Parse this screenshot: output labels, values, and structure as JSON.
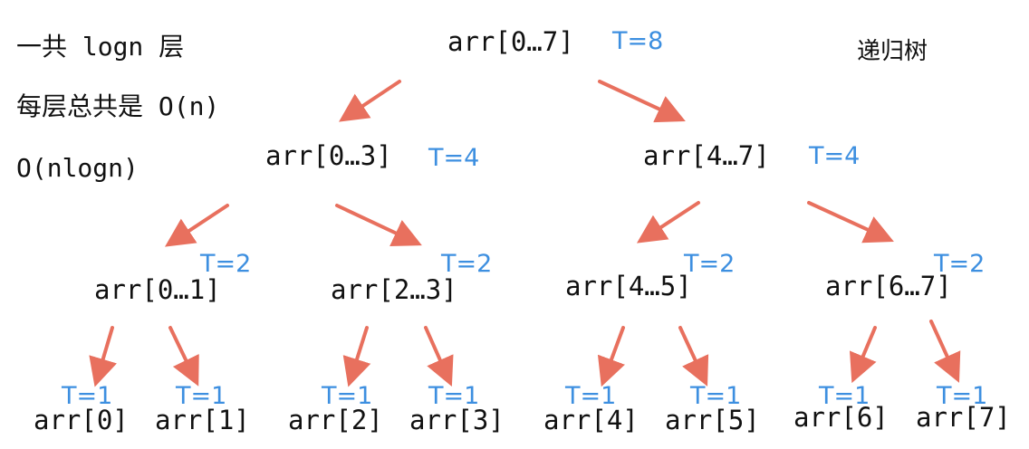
{
  "title": "递归树",
  "notes": [
    "一共 logn 层",
    "每层总共是 O(n)",
    "O(nlogn)"
  ],
  "root": {
    "label": "arr[0…7]",
    "t": "T=8"
  },
  "level1": [
    {
      "label": "arr[0…3]",
      "t": "T=4"
    },
    {
      "label": "arr[4…7]",
      "t": "T=4"
    }
  ],
  "level2": [
    {
      "label": "arr[0…1]",
      "t": "T=2"
    },
    {
      "label": "arr[2…3]",
      "t": "T=2"
    },
    {
      "label": "arr[4…5]",
      "t": "T=2"
    },
    {
      "label": "arr[6…7]",
      "t": "T=2"
    }
  ],
  "leaves": [
    {
      "label": "arr[0]",
      "t": "T=1"
    },
    {
      "label": "arr[1]",
      "t": "T=1"
    },
    {
      "label": "arr[2]",
      "t": "T=1"
    },
    {
      "label": "arr[3]",
      "t": "T=1"
    },
    {
      "label": "arr[4]",
      "t": "T=1"
    },
    {
      "label": "arr[5]",
      "t": "T=1"
    },
    {
      "label": "arr[6]",
      "t": "T=1"
    },
    {
      "label": "arr[7]",
      "t": "T=1"
    }
  ],
  "colors": {
    "arrow": "#e8705e",
    "t_label": "#3d8fe0",
    "text": "#111111"
  }
}
